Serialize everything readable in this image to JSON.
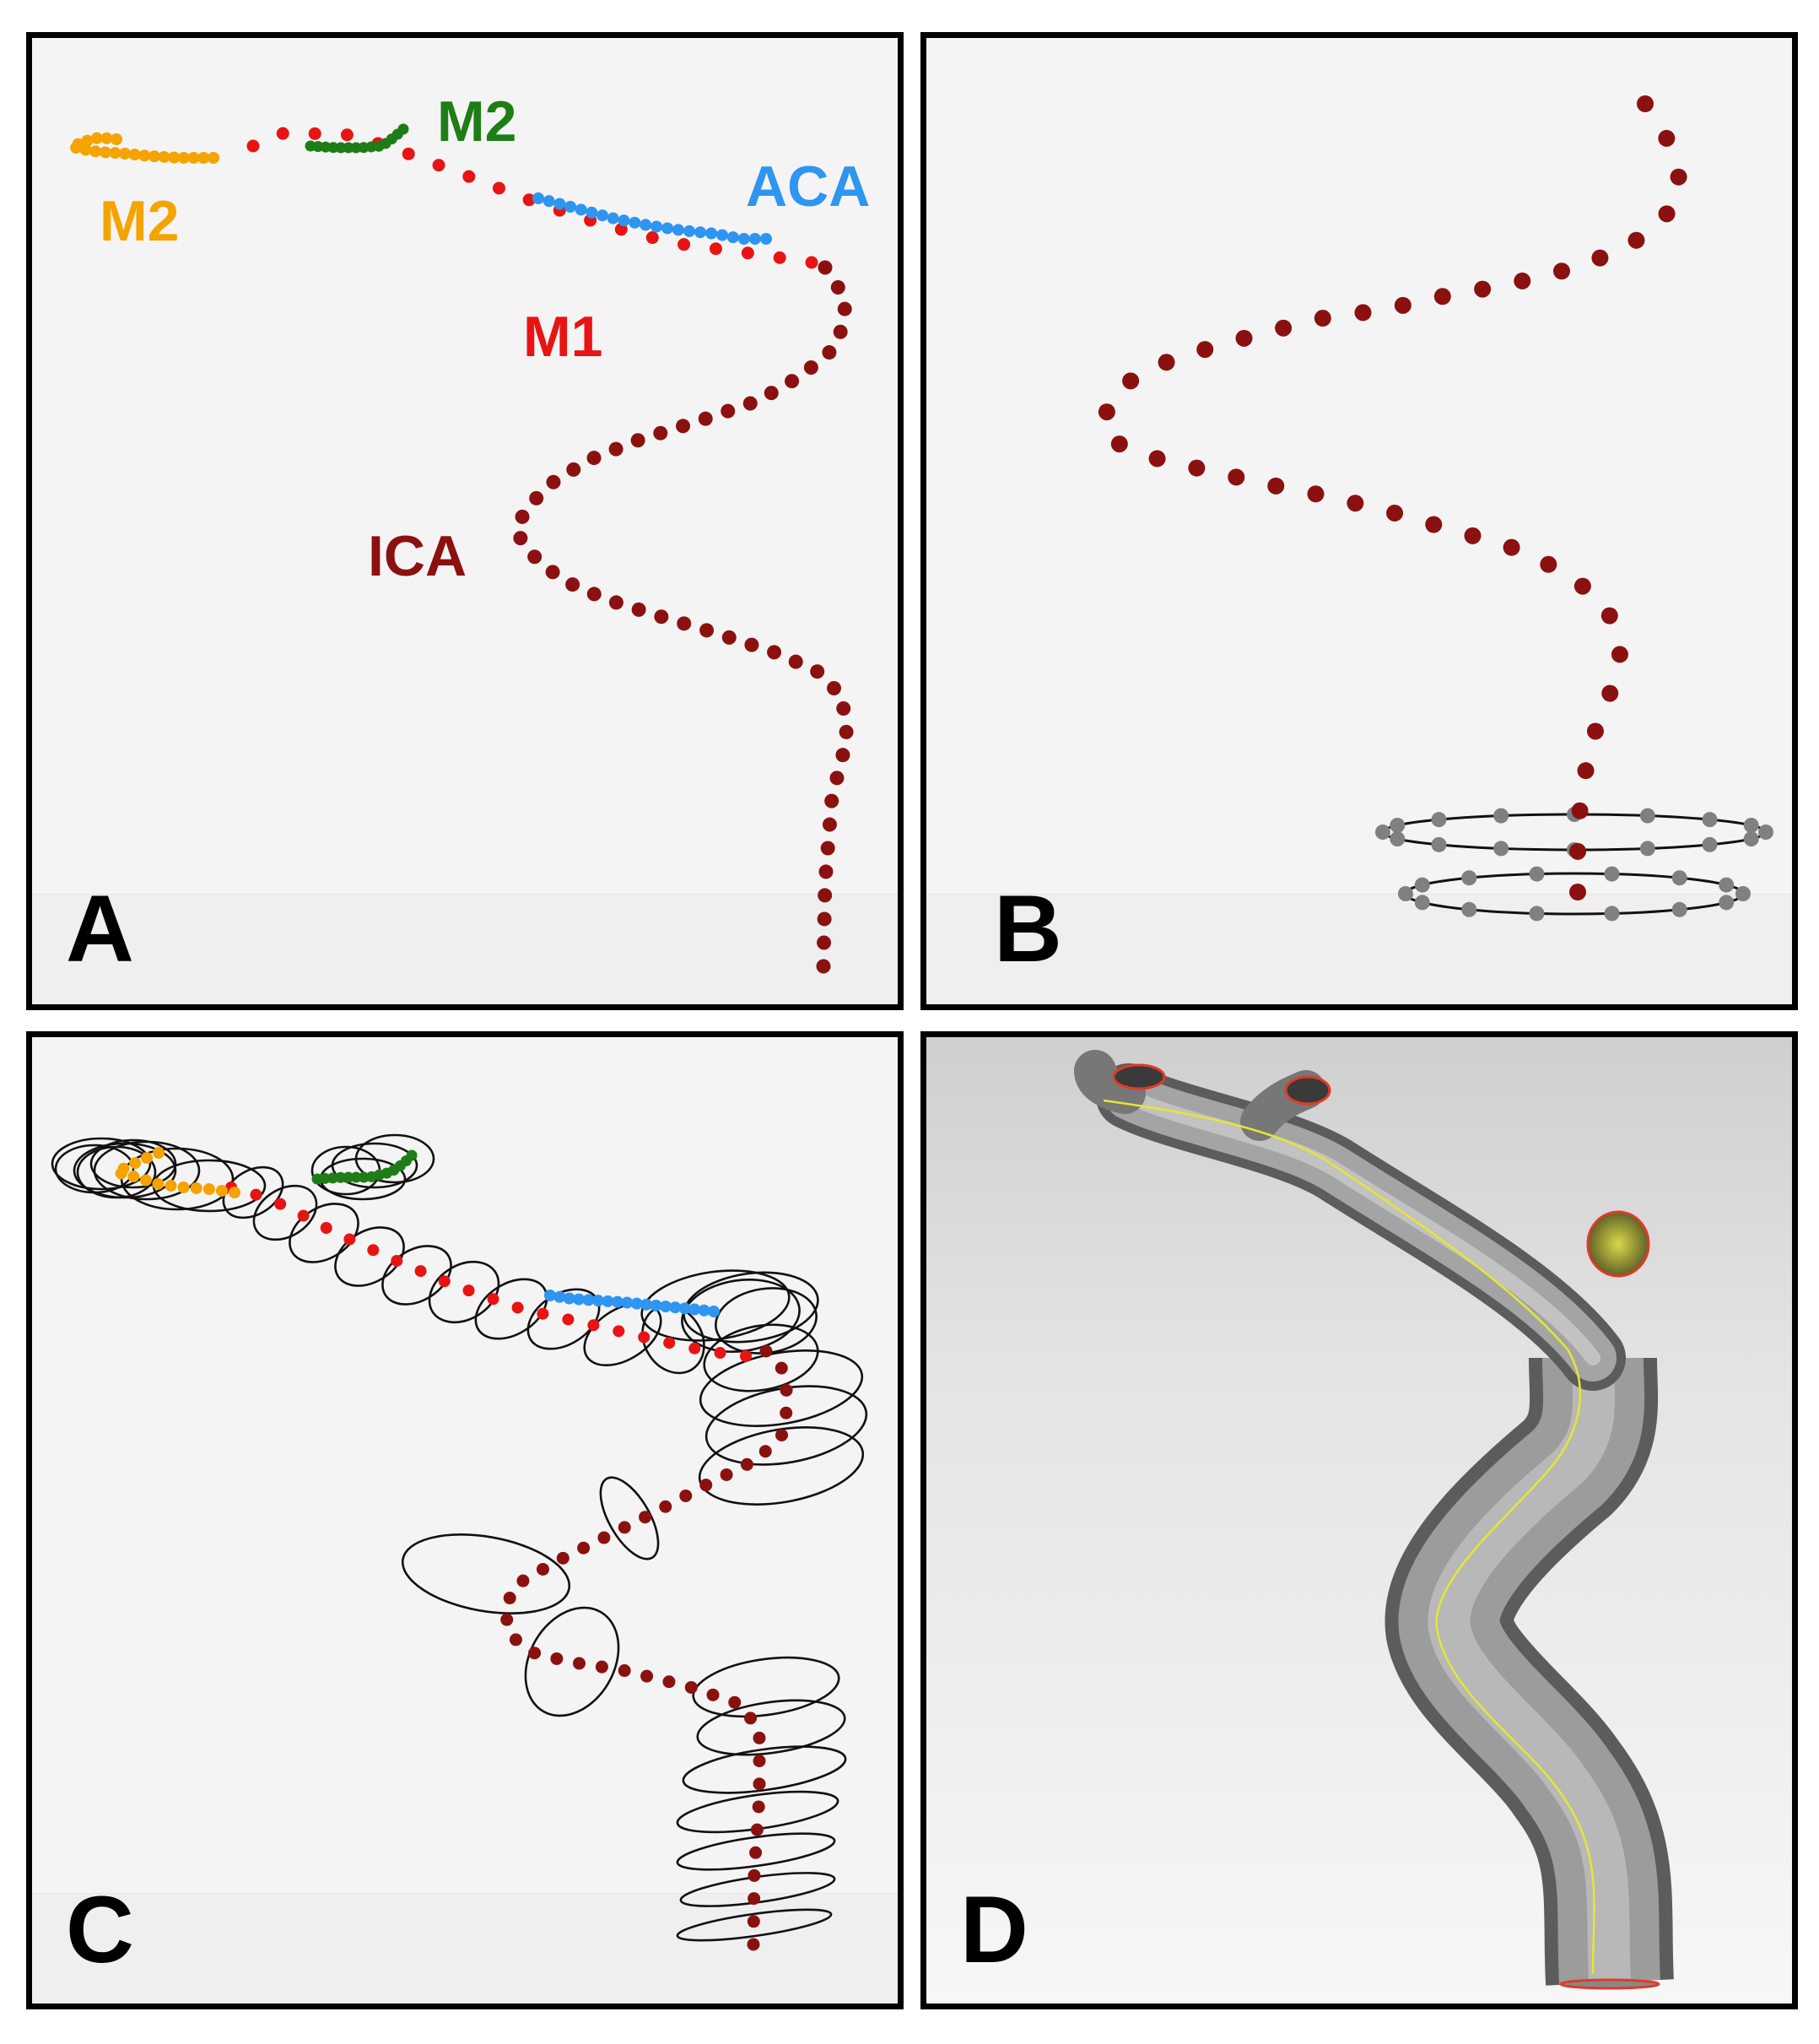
{
  "panels": {
    "a": {
      "letter": "A"
    },
    "b": {
      "letter": "B"
    },
    "c": {
      "letter": "C"
    },
    "d": {
      "letter": "D"
    }
  },
  "labels": {
    "m2_left": {
      "text": "M2",
      "color": "#f5a300"
    },
    "m2_right": {
      "text": "M2",
      "color": "#1e7d16"
    },
    "aca": {
      "text": "ACA",
      "color": "#2e95f0"
    },
    "m1": {
      "text": "M1",
      "color": "#e81414"
    },
    "ica": {
      "text": "ICA",
      "color": "#8b1111"
    }
  },
  "colors": {
    "ica": "#8b1111",
    "m1": "#e81414",
    "m2_left": "#f5a300",
    "m2_right": "#1e7d16",
    "aca": "#2e95f0",
    "ring_points": "#808080",
    "vessel": "#9a9a9a",
    "centerline": "#e6e633",
    "outlet_rim": "#e03a2a"
  }
}
